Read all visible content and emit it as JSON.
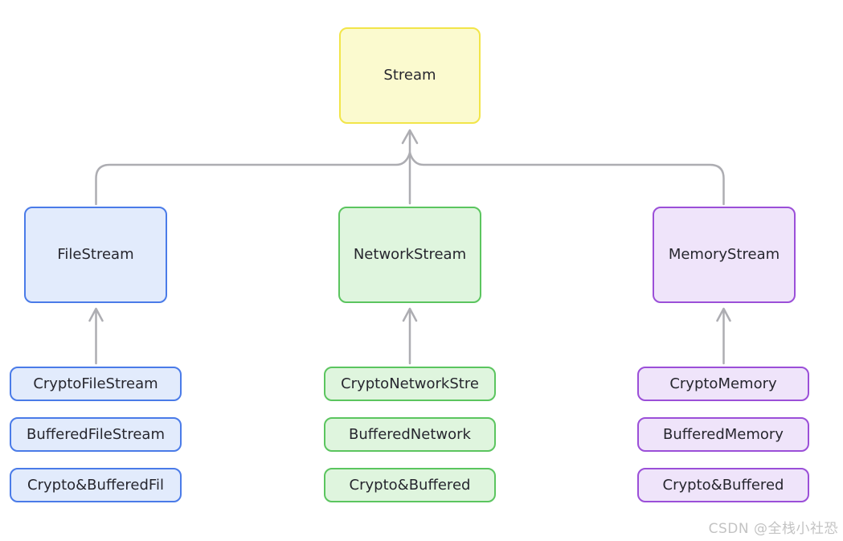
{
  "diagram": {
    "root": {
      "label": "Stream"
    },
    "columns": [
      {
        "parent": {
          "label": "FileStream"
        },
        "children": [
          {
            "label": "CryptoFileStream"
          },
          {
            "label": "BufferedFileStream"
          },
          {
            "label": "Crypto&BufferedFil"
          }
        ]
      },
      {
        "parent": {
          "label": "NetworkStream"
        },
        "children": [
          {
            "label": "CryptoNetworkStre"
          },
          {
            "label": "BufferedNetwork"
          },
          {
            "label": "Crypto&Buffered"
          }
        ]
      },
      {
        "parent": {
          "label": "MemoryStream"
        },
        "children": [
          {
            "label": "CryptoMemory"
          },
          {
            "label": "BufferedMemory"
          },
          {
            "label": "Crypto&Buffered"
          }
        ]
      }
    ]
  },
  "colors": {
    "root": {
      "border": "#f2e549",
      "fill": "#fbfacf"
    },
    "file": {
      "border": "#4a7be8",
      "fill": "#e2ebfc"
    },
    "network": {
      "border": "#5bc55f",
      "fill": "#dff5de"
    },
    "memory": {
      "border": "#9b4fd8",
      "fill": "#efe4fa"
    },
    "connector": "#adadb2",
    "text": "#26262e"
  },
  "watermark": {
    "text": "CSDN @全栈小社恐"
  }
}
